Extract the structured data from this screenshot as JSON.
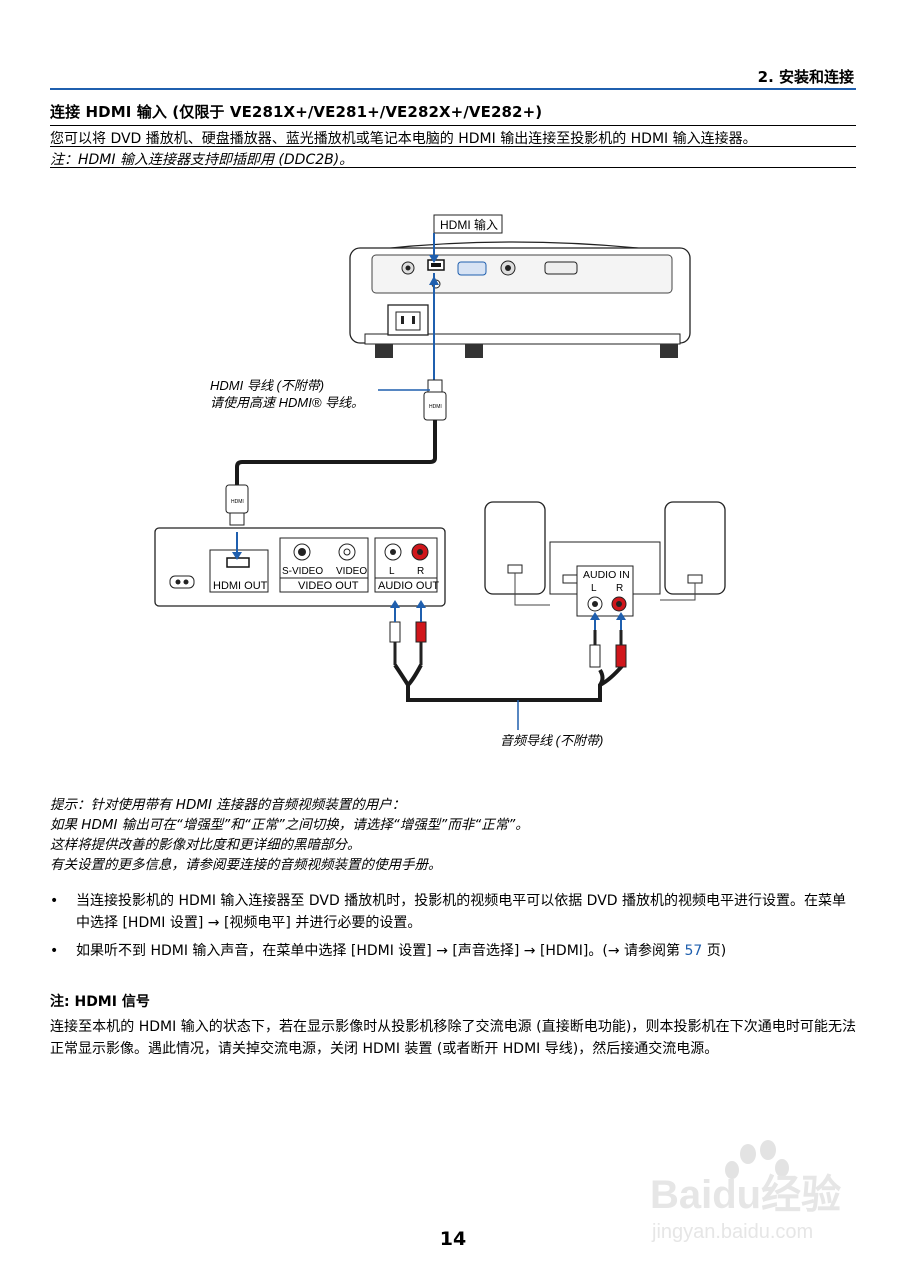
{
  "header": {
    "section": "2. 安装和连接"
  },
  "title": "连接 HDMI 输入 (仅限于 VE281X+/VE281+/VE282X+/VE282+)",
  "intro": "您可以将 DVD 播放机、硬盘播放器、蓝光播放机或笔记本电脑的 HDMI 输出连接至投影机的 HDMI 输入连接器。",
  "note": "注：HDMI 输入连接器支持即插即用 (DDC2B)。",
  "diagram": {
    "hdmi_input_label": "HDMI 输入",
    "hdmi_cable_line1": "HDMI 导线 (不附带)",
    "hdmi_cable_line2": "请使用高速 HDMI® 导线。",
    "dvd_hdmi_out": "HDMI OUT",
    "dvd_svideo": "S-VIDEO",
    "dvd_video": "VIDEO",
    "dvd_video_out": "VIDEO OUT",
    "dvd_l": "L",
    "dvd_r": "R",
    "dvd_audio_out": "AUDIO OUT",
    "speaker_audio_in": "AUDIO IN",
    "speaker_l": "L",
    "speaker_r": "R",
    "audio_cable": "音频导线 (不附带)",
    "plug_label": "HDMI",
    "colors": {
      "accent": "#1f5fae",
      "red_plug": "#d0161b",
      "cable": "#1a1a1a"
    }
  },
  "tip": {
    "line1": "提示：针对使用带有 HDMI 连接器的音频视频装置的用户：",
    "line2": "如果 HDMI 输出可在“增强型”和“正常”之间切换，请选择“增强型”而非“正常”。",
    "line3": "这样将提供改善的影像对比度和更详细的黑暗部分。",
    "line4": "有关设置的更多信息，请参阅要连接的音频视频装置的使用手册。"
  },
  "bullets": [
    {
      "dot": "•",
      "text": "当连接投影机的 HDMI 输入连接器至 DVD 播放机时，投影机的视频电平可以依据 DVD 播放机的视频电平进行设置。在菜单中选择 [HDMI 设置] → [视频电平] 并进行必要的设置。"
    },
    {
      "dot": "•",
      "text_before": "如果听不到 HDMI 输入声音，在菜单中选择 [HDMI 设置] → [声音选择] → [HDMI]。(→ 请参阅第 ",
      "link": "57",
      "text_after": " 页)"
    }
  ],
  "note2": {
    "title": "注: HDMI 信号",
    "body": "连接至本机的 HDMI 输入的状态下，若在显示影像时从投影机移除了交流电源 (直接断电功能)，则本投影机在下次通电时可能无法正常显示影像。遇此情况，请关掉交流电源，关闭 HDMI 装置 (或者断开 HDMI 导线)，然后接通交流电源。"
  },
  "page_number": "14",
  "watermark": {
    "brand": "Baidu经验",
    "url": "jingyan.baidu.com"
  }
}
